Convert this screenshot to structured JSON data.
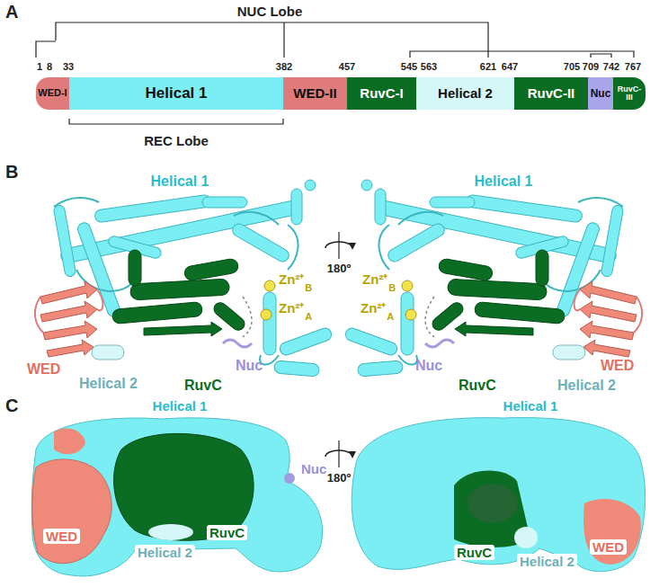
{
  "diagram": {
    "nodes": [
      {
        "text": [
          "WED-I"
        ]
      },
      {
        "text": [
          "Helical 1"
        ]
      },
      {
        "text": [
          "WED-II"
        ]
      },
      {
        "text": [
          "RuvC-I"
        ]
      },
      {
        "text": [
          "Helical 2"
        ]
      },
      {
        "text": [
          "RuvC-II"
        ]
      },
      {
        "text": [
          "Nuc"
        ]
      },
      {
        "text": [
          "RuvC-III"
        ]
      }
    ],
    "labels": [
      "NUC Lobe",
      "A",
      "1",
      "8",
      "33",
      "382",
      "457",
      "545",
      "563",
      "621",
      "647",
      "705",
      "709",
      "742",
      "767",
      "REC Lobe",
      "B",
      "Helical 1",
      "WED",
      "Helical 2",
      "RuvC",
      "Nuc",
      "Zn²⁺",
      "B",
      "Zn²⁺",
      "A",
      "180º",
      "Helical 1",
      "Zn²⁺",
      "B",
      "Zn²⁺",
      "A",
      "Nuc",
      "RuvC",
      "Helical 2",
      "WED",
      "C",
      "Helical 1",
      "Nuc",
      "WED",
      "Helical 2",
      "RuvC",
      "180º",
      "Helical 1",
      "RuvC",
      "Helical 2",
      "WED"
    ]
  }
}
